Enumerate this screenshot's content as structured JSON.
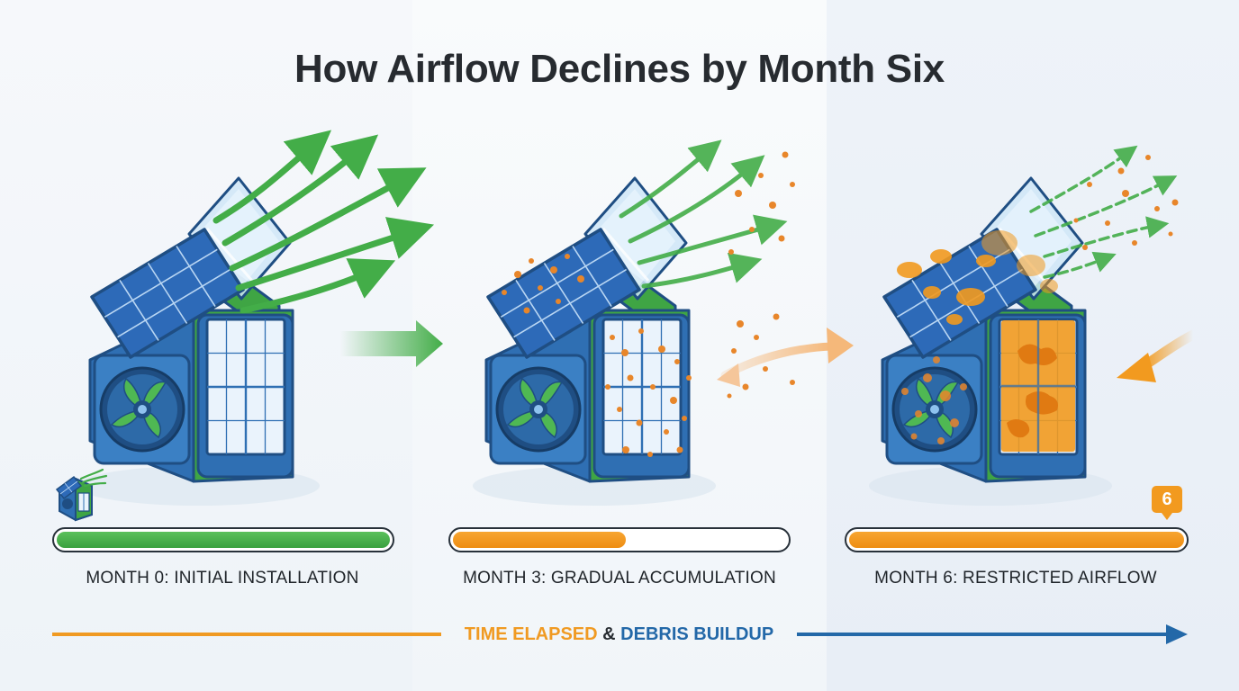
{
  "title": "How Airflow Declines by Month Six",
  "stages": [
    {
      "label": "MONTH 0: INITIAL INSTALLATION",
      "fill_fraction": 1.0,
      "fill_color": "#3fa544"
    },
    {
      "label": "MONTH 3: GRADUAL ACCUMULATION",
      "fill_fraction": 0.52,
      "fill_color": "#f29a1f"
    },
    {
      "label": "MONTH 6: RESTRICTED AIRFLOW",
      "fill_fraction": 1.0,
      "fill_color": "#f29a1f"
    }
  ],
  "badge": "6",
  "timeline": {
    "part1": "TIME ELAPSED",
    "amp": "&",
    "part2": "DEBRIS BUILDUP"
  },
  "colors": {
    "green": "#3fa544",
    "orange": "#f29a1f",
    "blue": "#2368a8",
    "dark": "#1f4e83"
  },
  "icons": [
    "fan-icon",
    "solar-panel-icon",
    "airflow-arrow-icon",
    "filter-grid-icon",
    "debris-icon"
  ]
}
